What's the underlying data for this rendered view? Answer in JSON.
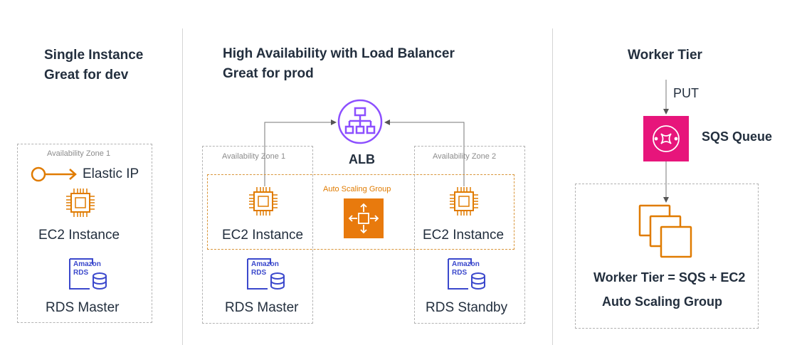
{
  "left": {
    "title_line1": "Single Instance",
    "title_line2": "Great for dev",
    "az_label": "Availability Zone 1",
    "elastic_ip": "Elastic IP",
    "ec2_label": "EC2 Instance",
    "rds_icon_text1": "Amazon",
    "rds_icon_text2": "RDS",
    "rds_label": "RDS Master"
  },
  "middle": {
    "title_line1": "High Availability with Load Balancer",
    "title_line2": "Great for prod",
    "alb_label": "ALB",
    "az1_label": "Availability Zone 1",
    "az2_label": "Availability Zone 2",
    "asg_label": "Auto Scaling Group",
    "ec2_label_1": "EC2 Instance",
    "ec2_label_2": "EC2 Instance",
    "rds_icon_text1": "Amazon",
    "rds_icon_text2": "RDS",
    "rds_label_1": "RDS Master",
    "rds_label_2": "RDS Standby"
  },
  "right": {
    "title": "Worker Tier",
    "put_label": "PUT",
    "sqs_label": "SQS Queue",
    "summary_line1": "Worker Tier = SQS + EC2",
    "summary_line2": "Auto Scaling Group"
  },
  "colors": {
    "ec2_orange": "#e07b00",
    "alb_purple": "#8c4fff",
    "sqs_pink": "#e7157b",
    "rds_blue": "#3b48cc",
    "text_dark": "#232f3e"
  }
}
